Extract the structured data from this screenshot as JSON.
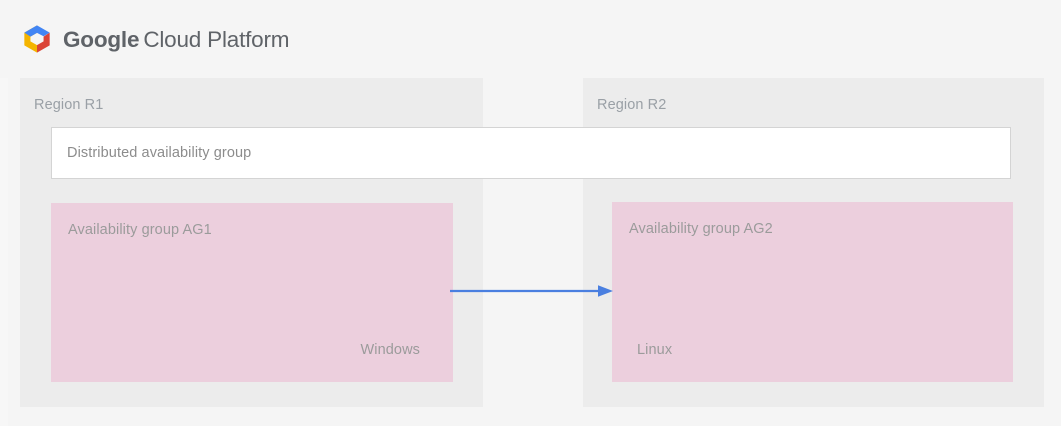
{
  "header": {
    "logo_icon": "google-cloud-platform-hexagon-logo",
    "wordmark_bold": "Google",
    "wordmark_rest": "Cloud Platform",
    "logo_colors": {
      "blue": "#4285f4",
      "red": "#db4437",
      "yellow": "#f4b400",
      "center": "#f5f5f5"
    }
  },
  "diagram": {
    "distributed_group": {
      "label": "Distributed availability group"
    },
    "regions": [
      {
        "id": "r1",
        "label": "Region R1",
        "availability_group": {
          "title": "Availability group AG1",
          "os_label": "Windows",
          "os_align": "right"
        }
      },
      {
        "id": "r2",
        "label": "Region R2",
        "availability_group": {
          "title": "Availability group AG2",
          "os_label": "Linux",
          "os_align": "left"
        }
      }
    ],
    "connector": {
      "icon": "arrow-right-icon",
      "direction": "r1-to-r2",
      "color": "#4a7fe0"
    },
    "colors": {
      "page_background": "#f5f5f5",
      "region_background": "#ececec",
      "availability_group_background": "#eccfdd",
      "band_background": "#ffffff",
      "band_border": "#d4d4d4",
      "label_text": "#9b9b9b"
    }
  }
}
